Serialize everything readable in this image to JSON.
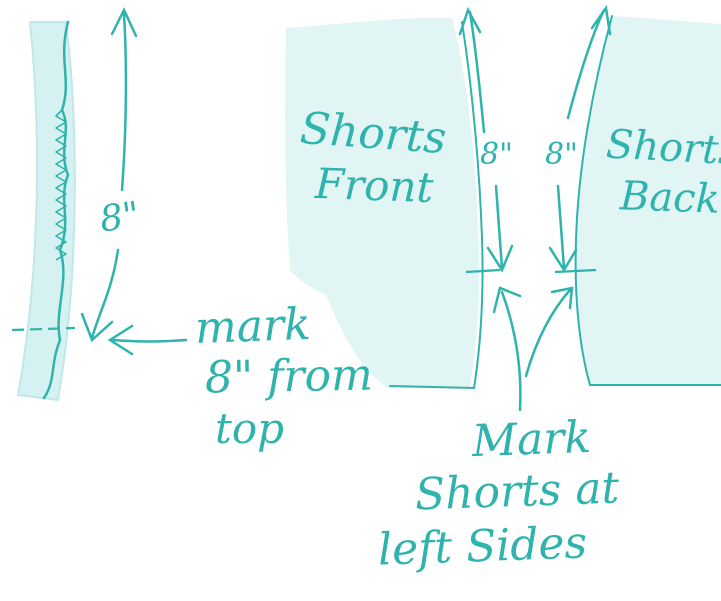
{
  "colors": {
    "ink": "#2fb3ad",
    "fill": "#e2f5f5",
    "strip_fill": "#d6f1f2"
  },
  "labels": {
    "shorts_front_line1": "Shorts",
    "shorts_front_line2": "Front",
    "shorts_back_line1": "Shorts",
    "shorts_back_line2": "Back",
    "strip_measure": "8\"",
    "front_measure": "8\"",
    "back_measure": "8\"",
    "mark_line1": "mark",
    "mark_line2": "8\" from",
    "mark_line3": "top",
    "bottom_line1": "Mark",
    "bottom_line2": "Shorts at",
    "bottom_line3": "left Sides"
  },
  "icons": [
    "arrow-up-icon",
    "arrow-down-icon",
    "arrow-left-icon",
    "arrow-up-left-icon",
    "arrow-up-right-icon"
  ]
}
